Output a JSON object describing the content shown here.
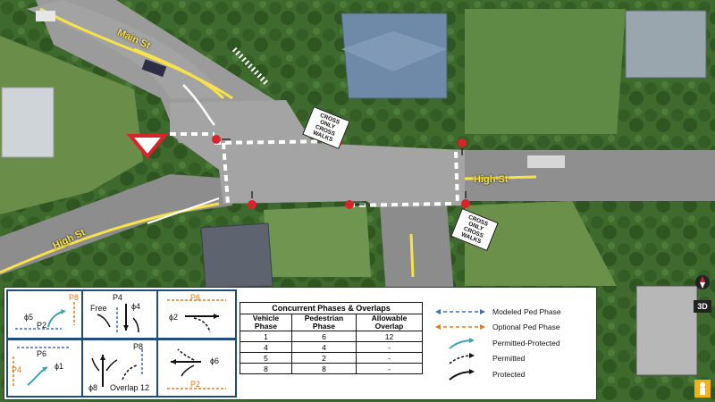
{
  "map": {
    "streets": {
      "main_north": "Main St",
      "east": "High St",
      "west": "High St"
    },
    "signs": {
      "north": "CROSS ONLY CROSS WALKS",
      "south": "CROSS ONLY CROSS WALKS"
    },
    "colors": {
      "road": "#9a9a9a",
      "lawn": "#4f7a3a",
      "yellow_line": "#f7e24a",
      "ped_button": "#d9232a",
      "roof": "#6f8aa8"
    }
  },
  "phase_diagrams": [
    {
      "labels": [
        "ϕ5",
        "P8",
        "P2"
      ]
    },
    {
      "labels": [
        "Free",
        "P4",
        "ϕ4"
      ]
    },
    {
      "labels": [
        "P6",
        "ϕ2"
      ]
    },
    {
      "labels": [
        "P6",
        "P4",
        "ϕ1"
      ]
    },
    {
      "labels": [
        "P8",
        "ϕ8",
        "Overlap 12"
      ]
    },
    {
      "labels": [
        "ϕ6",
        "P2"
      ]
    }
  ],
  "table": {
    "title": "Concurrent Phases & Overlaps",
    "headers": [
      "Vehicle Phase",
      "Pedestrian Phase",
      "Allowable Overlap"
    ],
    "rows": [
      [
        "1",
        "6",
        "12"
      ],
      [
        "4",
        "4",
        "-"
      ],
      [
        "5",
        "2",
        "-"
      ],
      [
        "8",
        "8",
        "-"
      ]
    ]
  },
  "legend": [
    {
      "label": "Modeled Ped Phase",
      "color": "#3b6fb6",
      "style": "dashed-double"
    },
    {
      "label": "Optional Ped Phase",
      "color": "#e07b1e",
      "style": "dashed-double"
    },
    {
      "label": "Permitted-Protected",
      "color": "#3aa7a7",
      "style": "solid-curve"
    },
    {
      "label": "Permitted",
      "color": "#111111",
      "style": "dashed-curve"
    },
    {
      "label": "Protected",
      "color": "#111111",
      "style": "solid-curve"
    }
  ],
  "map_controls": {
    "view_3d": "3D"
  }
}
